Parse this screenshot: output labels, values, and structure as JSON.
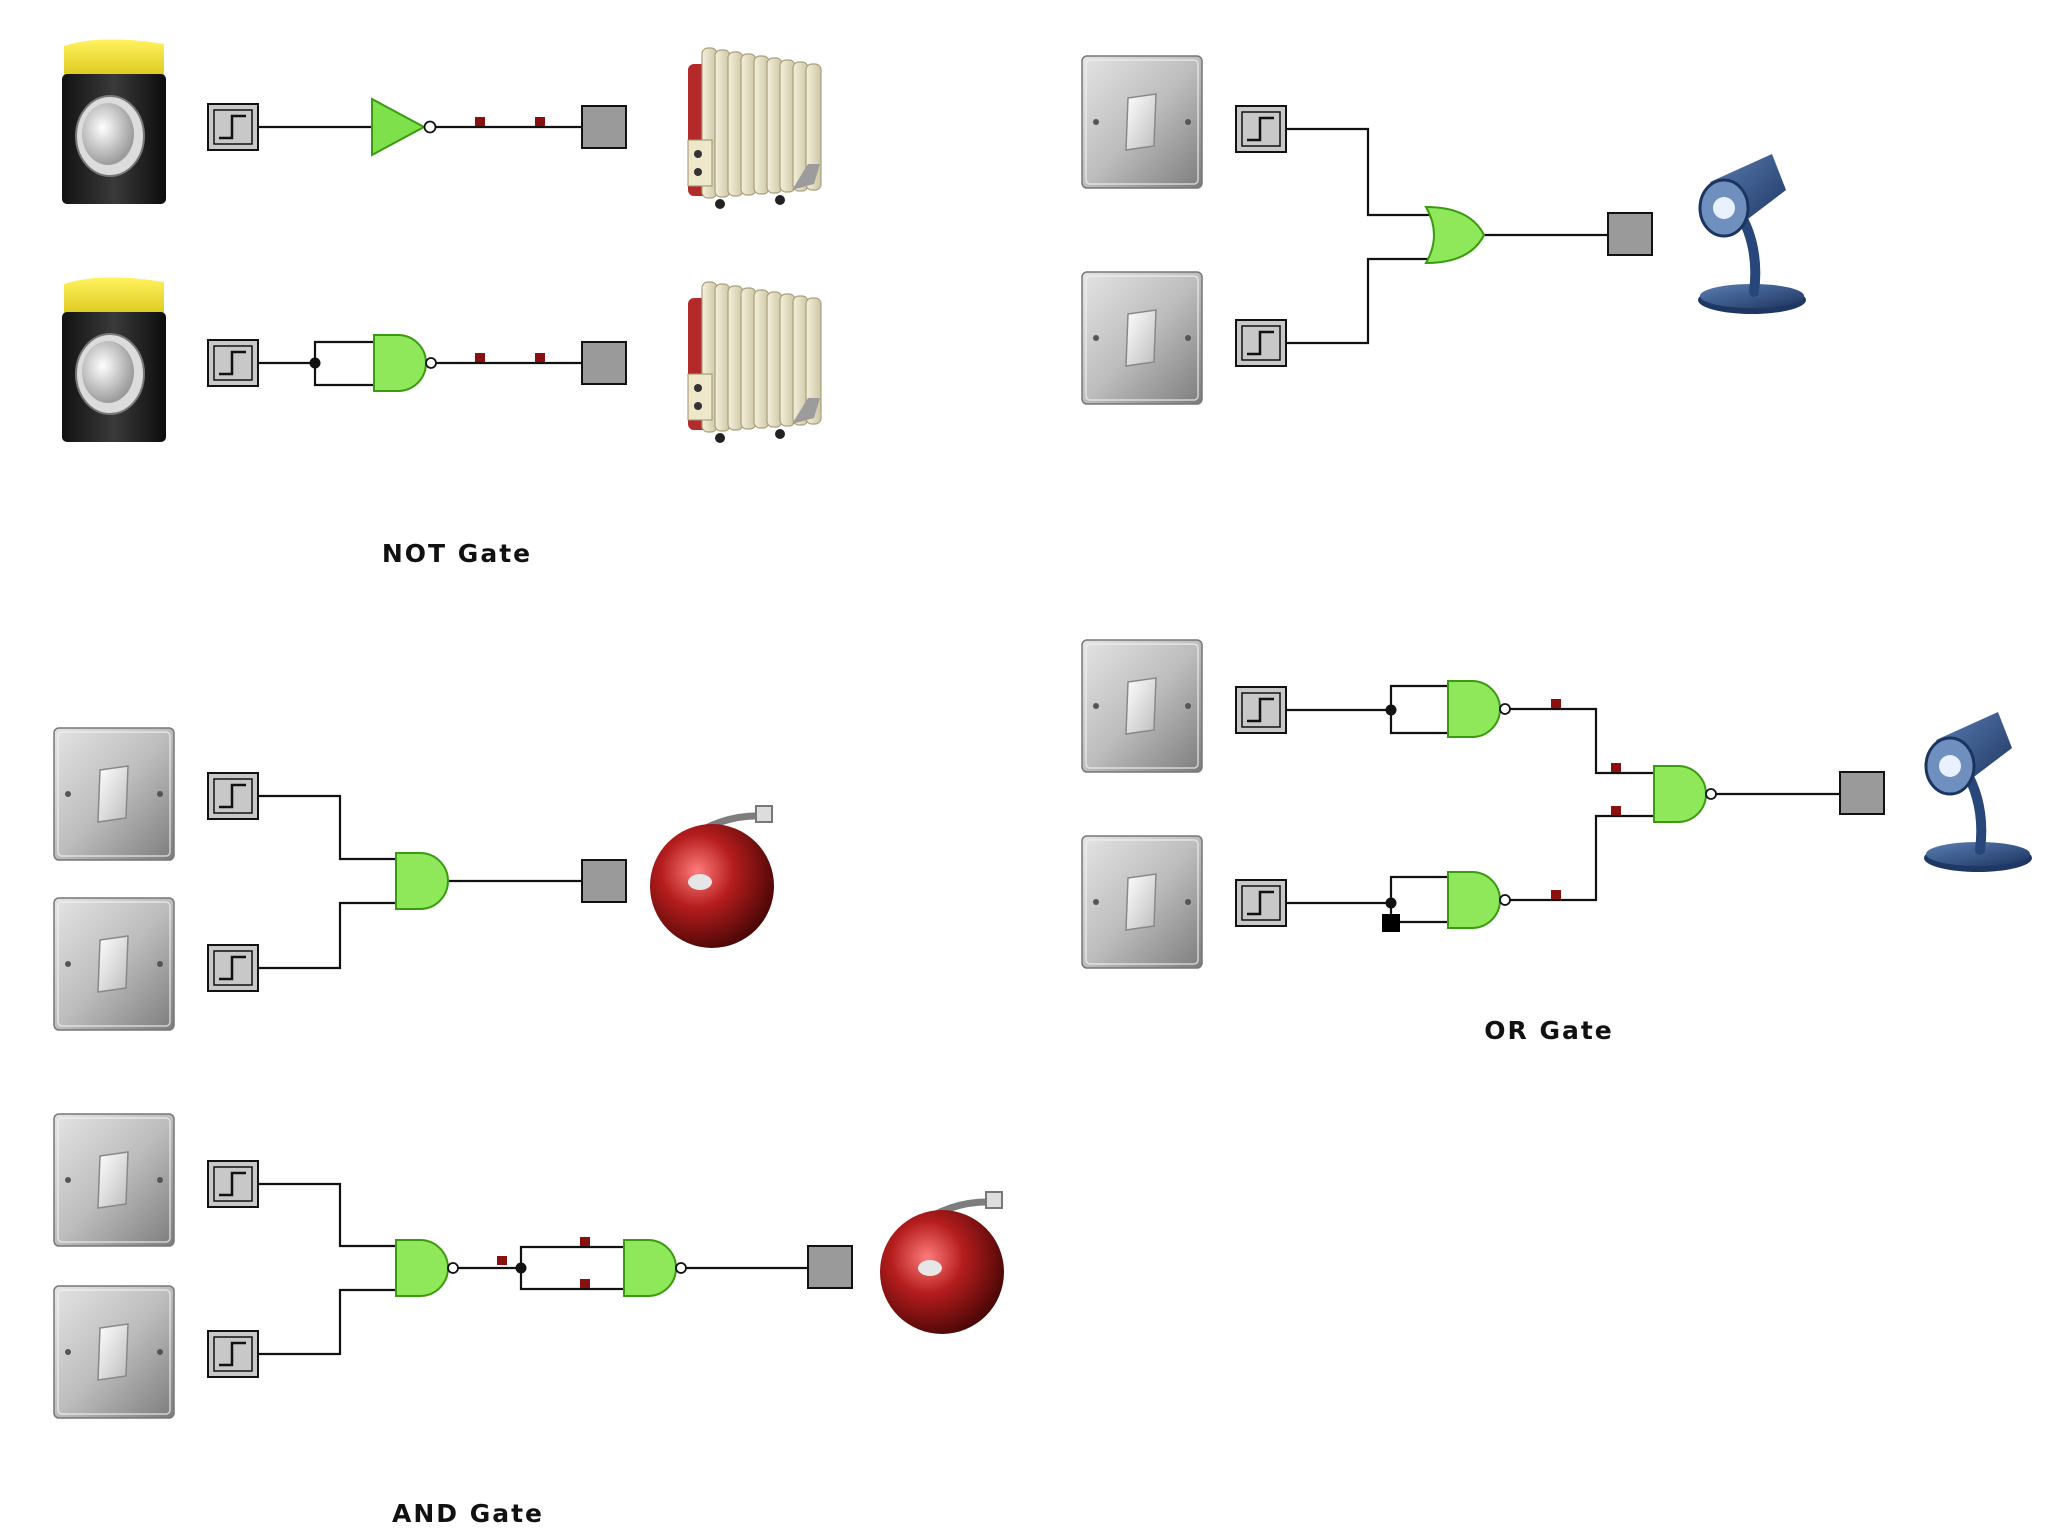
{
  "labels": {
    "not_gate": "NOT Gate",
    "or_gate": "OR Gate",
    "and_gate": "AND Gate"
  },
  "colors": {
    "background": "#ffffff",
    "gate_fill": "#8fe85a",
    "gate_stroke": "#3a9a10",
    "not_gate_fill": "#7ee04a",
    "wire": "#111111",
    "probe": "#8a0f0f",
    "output_box": "#9a9a9a",
    "input_box": "#c8c8c8",
    "bell": "#b31b1b",
    "lamp": "#2f4f7f"
  },
  "icons": [
    "push-button-icon",
    "wall-switch-icon",
    "radiator-icon",
    "desk-lamp-icon",
    "alarm-bell-icon",
    "step-input-icon"
  ]
}
